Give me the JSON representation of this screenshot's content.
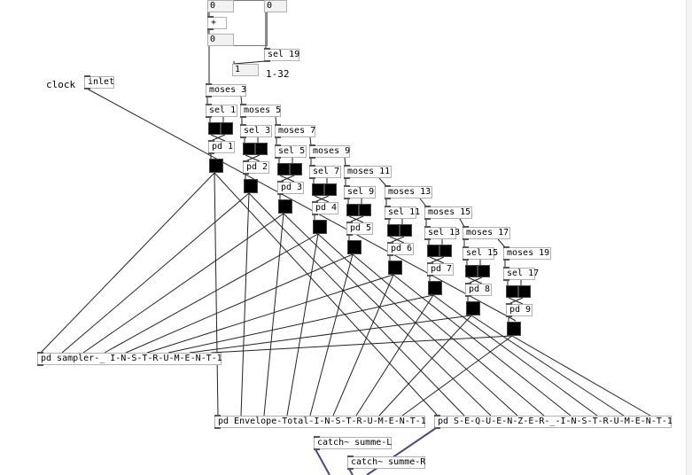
{
  "patch": {
    "comments": {
      "clock": "clock",
      "range": "1-32"
    },
    "top": {
      "num_a": "0",
      "num_b": "0",
      "plus": "+",
      "num_c": "0",
      "num_d": "1",
      "sel19": "sel 19"
    },
    "inlet": "inlet",
    "moses": [
      "moses 3",
      "moses 5",
      "moses 7",
      "moses 9",
      "moses 11",
      "moses 13",
      "moses 15",
      "moses 17",
      "moses 19"
    ],
    "sels": [
      "sel 1",
      "sel 3",
      "sel 5",
      "sel 7",
      "sel 9",
      "sel 11",
      "sel 13",
      "sel 15",
      "sel 17"
    ],
    "pds": [
      "pd 1",
      "pd 2",
      "pd 3",
      "pd 4",
      "pd 5",
      "pd 6",
      "pd 7",
      "pd 8",
      "pd 9"
    ],
    "bottom": {
      "sampler": "pd sampler-_ I-N-S-T-R-U-M-E-N-T-1",
      "envelope": "pd Envelope-Total-I-N-S-T-R-U-M-E-N-T-1",
      "sequenzer": "pd S-E-Q-U-E-N-Z-E-R-_-I-N-S-T-R-U-M-E-N-T-1",
      "catchL": "catch~ summe-L",
      "catchR": "catch~ summe-R"
    }
  }
}
